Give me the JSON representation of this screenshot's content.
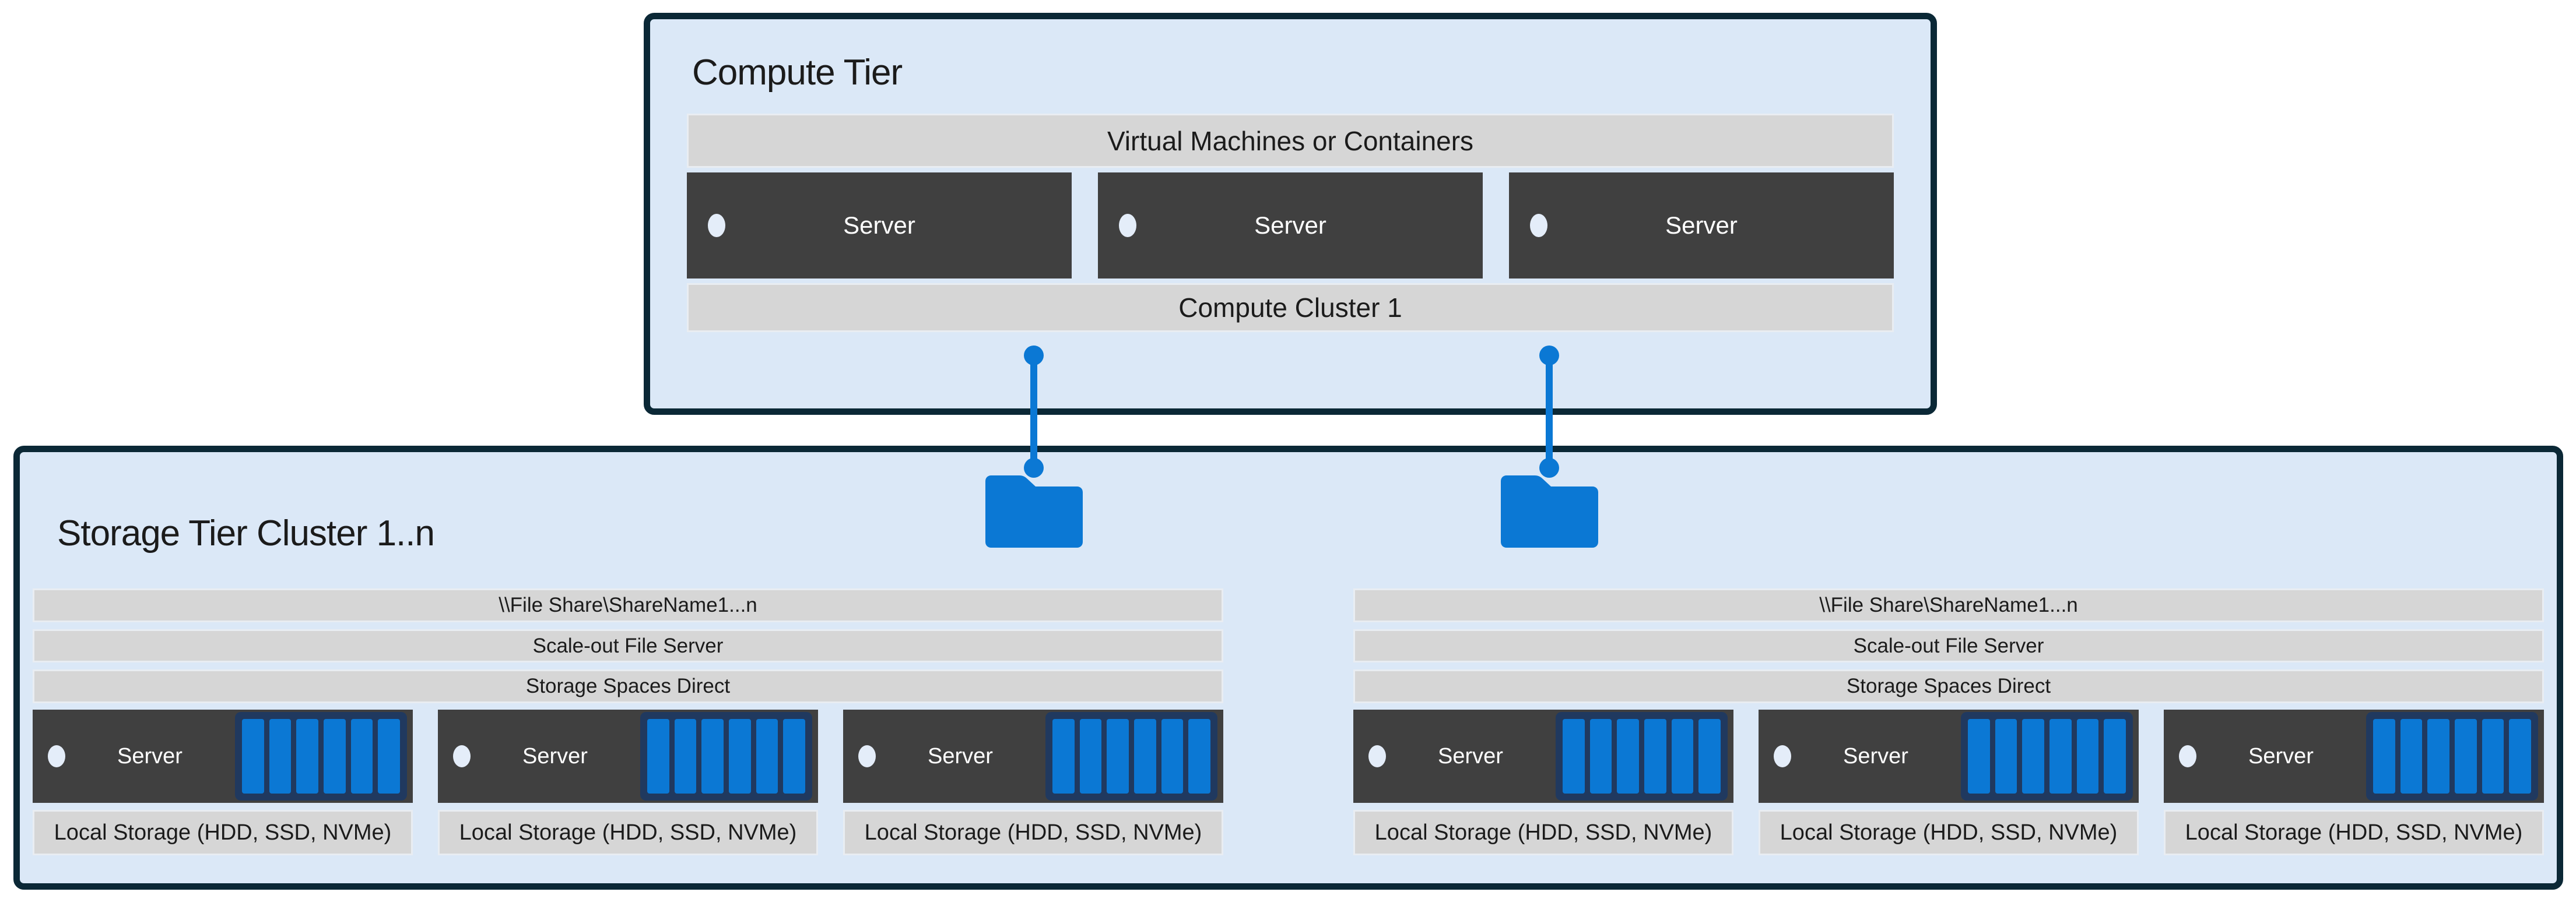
{
  "palette": {
    "bg": "#ffffff",
    "tier_fill": "#dbe8f7",
    "tier_border": "#0b2836",
    "bar_fill": "#d6d6d6",
    "srv_fill": "#404040",
    "srv_text": "#ffffff",
    "accent_blue": "#0b78d4",
    "disk_frame": "#20395f",
    "text_dark": "#1b1b1b",
    "dot_fill": "#e4edf9"
  },
  "compute_tier": {
    "title": "Compute Tier",
    "vm_bar": "Virtual Machines or Containers",
    "servers": [
      "Server",
      "Server",
      "Server"
    ],
    "cluster_bar": "Compute Cluster 1"
  },
  "connectors": [
    {
      "icon": "folder-icon"
    },
    {
      "icon": "folder-icon"
    }
  ],
  "storage_tier": {
    "title": "Storage Tier Cluster 1..n",
    "clusters": [
      {
        "file_share_bar": "\\\\File Share\\ShareName1...n",
        "sofs_bar": "Scale-out File Server",
        "s2d_bar": "Storage Spaces Direct",
        "servers": [
          {
            "label": "Server",
            "local_storage": "Local Storage (HDD, SSD, NVMe)"
          },
          {
            "label": "Server",
            "local_storage": "Local Storage (HDD, SSD, NVMe)"
          },
          {
            "label": "Server",
            "local_storage": "Local Storage (HDD, SSD, NVMe)"
          }
        ]
      },
      {
        "file_share_bar": "\\\\File Share\\ShareName1...n",
        "sofs_bar": "Scale-out File Server",
        "s2d_bar": "Storage Spaces Direct",
        "servers": [
          {
            "label": "Server",
            "local_storage": "Local Storage (HDD, SSD, NVMe)"
          },
          {
            "label": "Server",
            "local_storage": "Local Storage (HDD, SSD, NVMe)"
          },
          {
            "label": "Server",
            "local_storage": "Local Storage (HDD, SSD, NVMe)"
          }
        ]
      }
    ]
  }
}
